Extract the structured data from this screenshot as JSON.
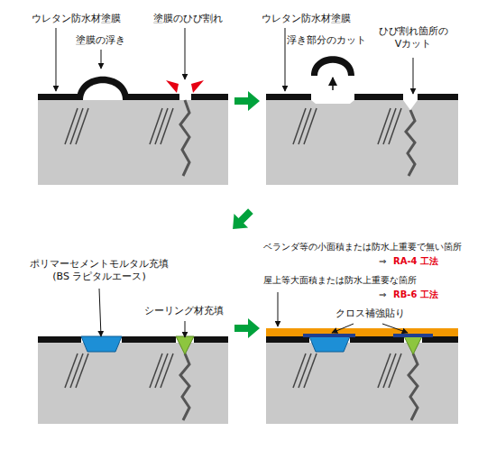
{
  "diagram": {
    "labels": [
      "ウレタン防水材塗膜",
      "塗膜の浮き",
      "塗膜のひび割れ",
      "ウレタン防水材塗膜",
      "浮き部分のカット",
      "ひび割れ箇所の Vカット",
      "ポリマーセメントモルタル充填 (BS ラピタルエース)",
      "シーリング材充填",
      "ベランダ等の小面積または防水上重要で無い箇所",
      "⇒",
      "RA-4 工法",
      "屋上等大面積または防水上重要な箇所",
      "⇒",
      "RB-6 工法",
      "クロス補強貼り"
    ]
  }
}
